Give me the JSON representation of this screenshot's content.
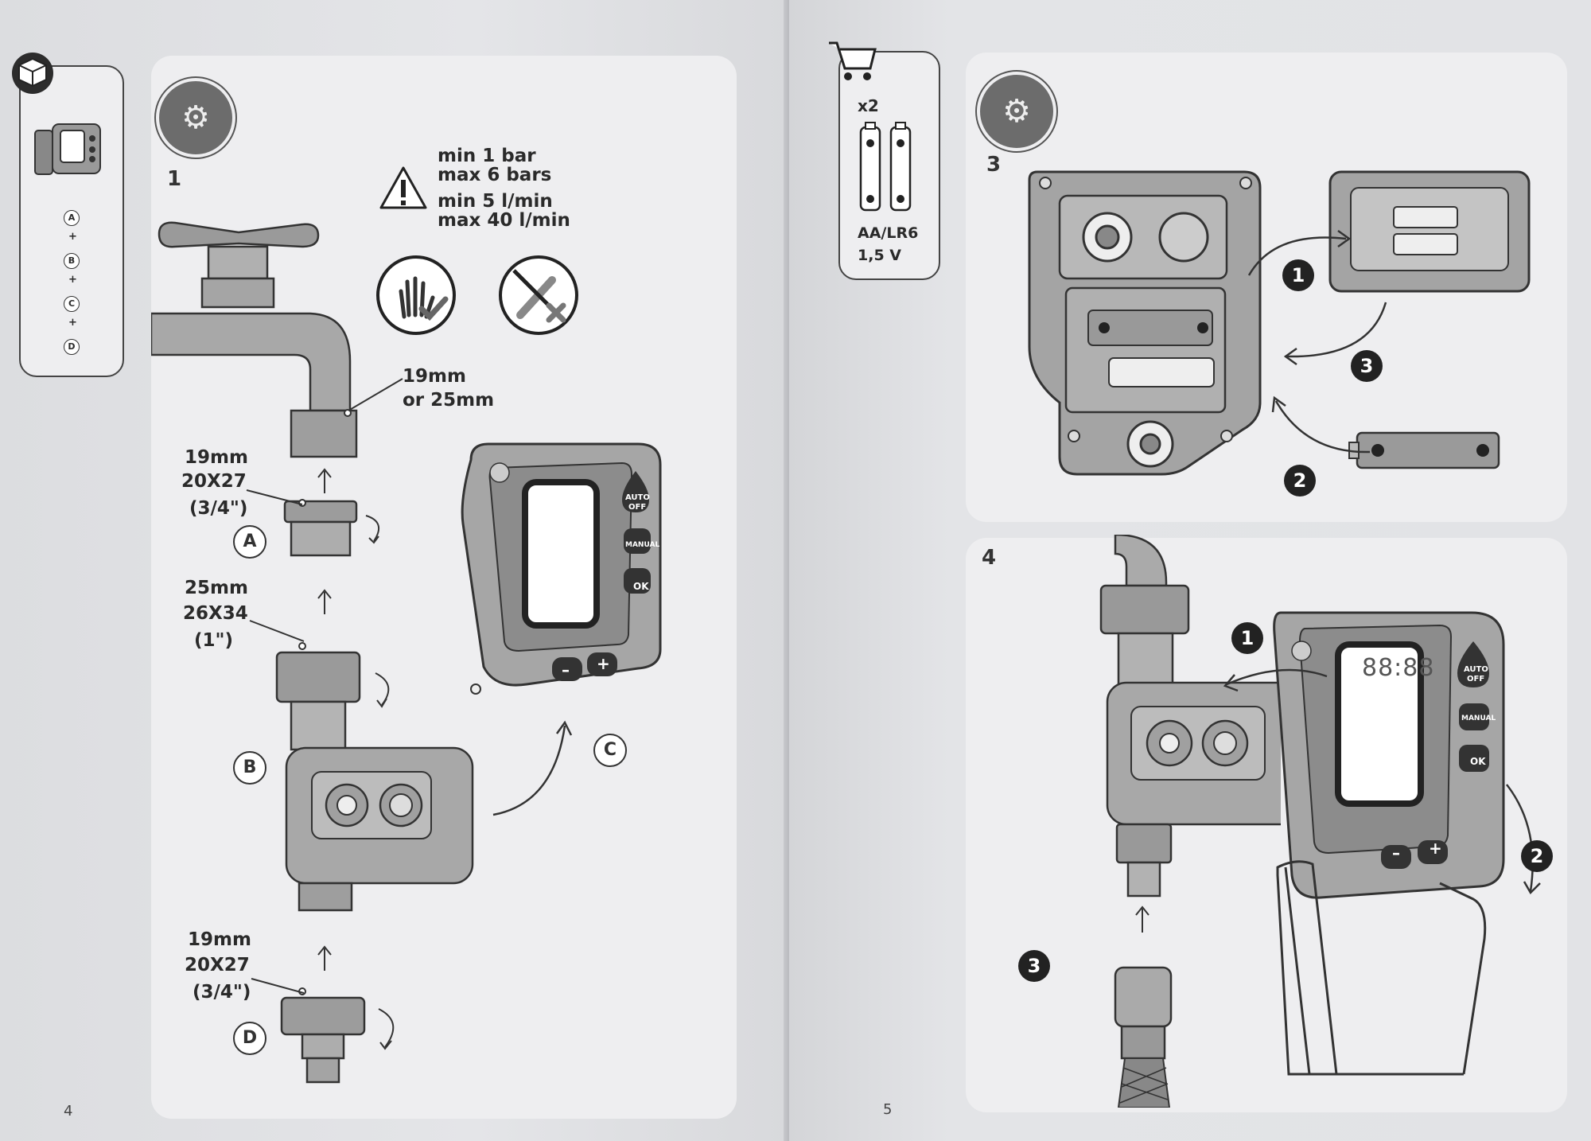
{
  "left_page": {
    "page_number": "4",
    "contents_box": {
      "items": [
        "A",
        "+",
        "B",
        "+",
        "C",
        "+",
        "D"
      ]
    },
    "step": {
      "number": "1",
      "warning": {
        "line1": "min 1 bar",
        "line2": "max 6 bars",
        "line3": "min 5 l/min",
        "line4": "max 40 l/min"
      },
      "tap_size": {
        "line1": "19mm",
        "line2": "or 25mm"
      },
      "part_a": {
        "letter": "A",
        "line1": "19mm",
        "line2": "20X27",
        "line3": "(3/4\")"
      },
      "part_b": {
        "letter": "B",
        "line1": "25mm",
        "line2": "26X34",
        "line3": "(1\")"
      },
      "part_c": {
        "letter": "C"
      },
      "part_d": {
        "letter": "D",
        "line1": "19mm",
        "line2": "20X27",
        "line3": "(3/4\")"
      },
      "device_buttons": {
        "auto_line1": "AUTO",
        "auto_line2": "OFF",
        "manual": "MANUAL",
        "ok": "OK",
        "minus": "–",
        "plus": "+"
      }
    }
  },
  "right_page": {
    "page_number": "5",
    "battery_box": {
      "quantity": "x2",
      "type": "AA/LR6",
      "voltage": "1,5 V"
    },
    "step3": {
      "number": "3",
      "callouts": [
        "1",
        "2",
        "3"
      ]
    },
    "step4": {
      "number": "4",
      "callouts": [
        "1",
        "2",
        "3"
      ],
      "display": "88:88",
      "device_buttons": {
        "auto_line1": "AUTO",
        "auto_line2": "OFF",
        "manual": "MANUAL",
        "ok": "OK",
        "minus": "–",
        "plus": "+"
      }
    }
  }
}
